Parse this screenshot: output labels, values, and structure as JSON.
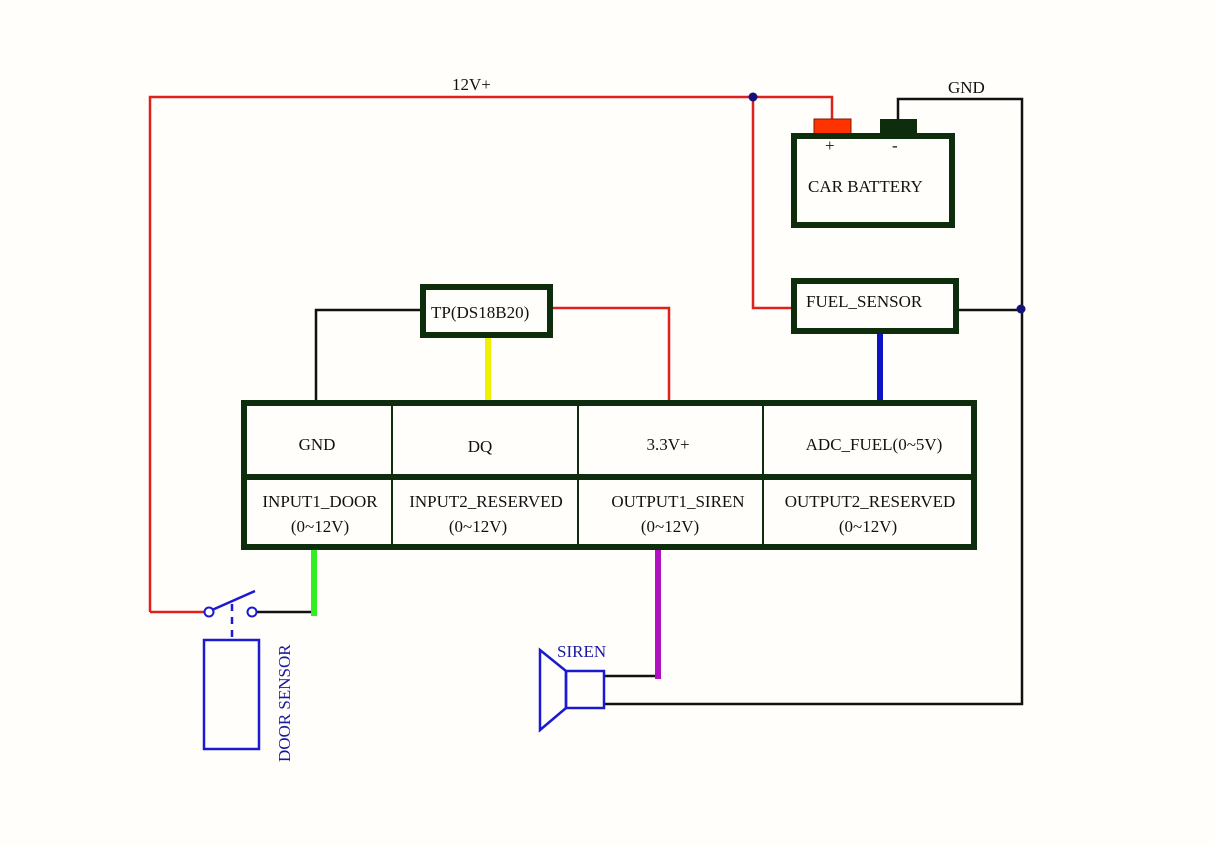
{
  "wires": {
    "v12_label": "12V+",
    "gnd_label": "GND"
  },
  "battery": {
    "label": "CAR BATTERY",
    "plus": "+",
    "minus": "-"
  },
  "fuel_sensor": {
    "label": "FUEL_SENSOR"
  },
  "temp_probe": {
    "label": "TP(DS18B20)"
  },
  "controller": {
    "top_row": [
      "GND",
      "DQ",
      "3.3V+",
      "ADC_FUEL(0~5V)"
    ],
    "bottom_row": [
      {
        "name": "INPUT1_DOOR",
        "range": "(0~12V)"
      },
      {
        "name": "INPUT2_RESERVED",
        "range": "(0~12V)"
      },
      {
        "name": "OUTPUT1_SIREN",
        "range": "(0~12V)"
      },
      {
        "name": "OUTPUT2_RESERVED",
        "range": "(0~12V)"
      }
    ]
  },
  "siren": {
    "label": "SIREN"
  },
  "door_sensor": {
    "label": "DOOR SENSOR"
  },
  "colors": {
    "wire_12v": "#e0201c",
    "wire_gnd": "#111111",
    "box_border": "#0d2d0d",
    "dq_wire": "#f0f000",
    "door_wire": "#33ee22",
    "siren_wire": "#b010c0",
    "fuel_wire": "#0a14c0",
    "component_blue": "#1a1ad0",
    "battery_plus": "#ff3300",
    "battery_minus": "#0d2d0d"
  }
}
